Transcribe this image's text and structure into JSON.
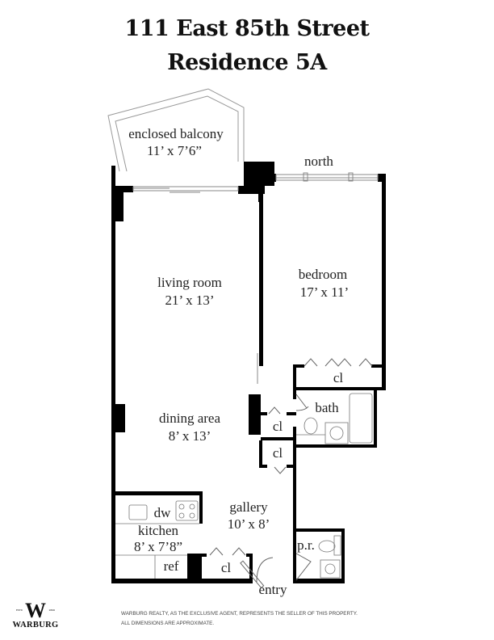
{
  "header": {
    "line1": "111 East 85th Street",
    "line2": "Residence 5A"
  },
  "rooms": {
    "balcony": {
      "name": "enclosed balcony",
      "size": "11’ x 7’6”"
    },
    "north": "north",
    "living": {
      "name": "living room",
      "size": "21’ x 13’"
    },
    "bedroom": {
      "name": "bedroom",
      "size": "17’ x 11’"
    },
    "dining": {
      "name": "dining area",
      "size": "8’ x 13’"
    },
    "gallery": {
      "name": "gallery",
      "size": "10’ x 8’"
    },
    "kitchen": {
      "name": "kitchen",
      "size": "8’ x 7’8”"
    },
    "bath": "bath",
    "closet": "cl",
    "dw": "dw",
    "ref": "ref",
    "powder_room": "p.r.",
    "entry": "entry"
  },
  "footer": {
    "logo": {
      "name": "WARBURG",
      "est_left": "ESTD",
      "est_right": "1896",
      "mark": "W"
    },
    "disclaimer_1": "WARBURG REALTY, AS THE EXCLUSIVE AGENT, REPRESENTS THE SELLER OF THIS PROPERTY.",
    "disclaimer_2": "ALL DIMENSIONS ARE APPROXIMATE."
  }
}
